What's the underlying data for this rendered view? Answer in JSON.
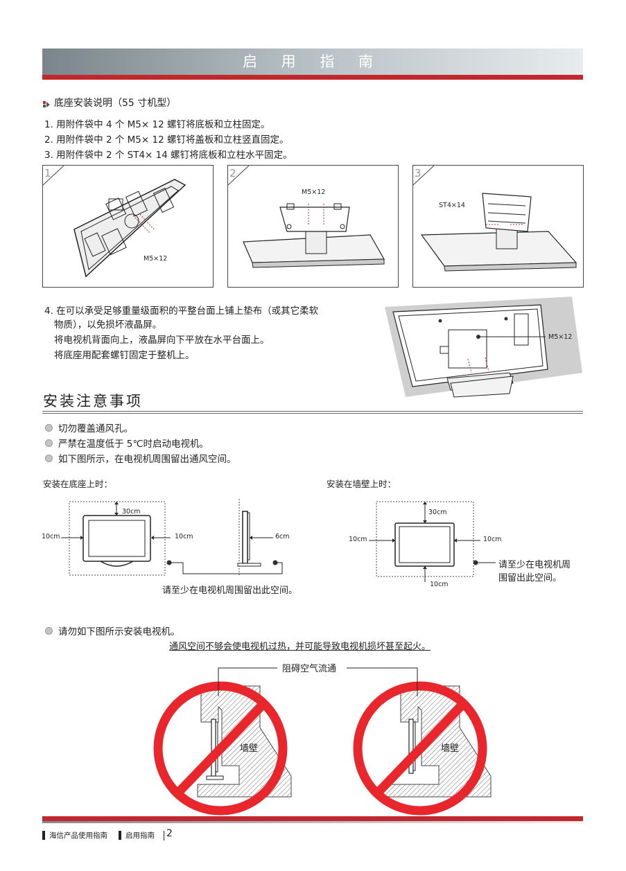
{
  "header": {
    "title": "启 用 指 南"
  },
  "base_install": {
    "title": "底座安装说明（55 寸机型）",
    "steps": [
      "1. 用附件袋中 4 个 M5× 12 螺钉将底板和立柱固定。",
      "2. 用附件袋中 2 个 M5× 12 螺钉将盖板和立柱竖直固定。",
      "3. 用附件袋中 2 个 ST4× 14 螺钉将底板和立柱水平固定。"
    ],
    "panels": [
      {
        "num": "1",
        "label": "M5×12"
      },
      {
        "num": "2",
        "label": "M5×12"
      },
      {
        "num": "3",
        "label": "ST4×14"
      }
    ],
    "step4": [
      "4. 在可以承受足够重量级面积的平整台面上铺上垫布（或其它柔软",
      "物质），以免损坏液晶屏。",
      "将电视机背面向上，液晶屏向下平放在水平台面上。",
      "将底座用配套螺钉固定于整机上。"
    ],
    "step4_label": "M5×12"
  },
  "precautions": {
    "title": "安装注意事项",
    "items": [
      "切勿覆盖通风孔。",
      "严禁在温度低于 5℃时启动电视机。",
      "如下图所示，在电视机周围留出通风空间。"
    ],
    "stand_title": "安装在底座上时：",
    "wall_title": "安装在墙壁上时：",
    "stand": {
      "top": "30cm",
      "left": "10cm",
      "right": "10cm",
      "side": "6cm",
      "note": "请至少在电视机周围留出此空间。"
    },
    "wall": {
      "top": "30cm",
      "left": "10cm",
      "right": "10cm",
      "bottom": "10cm",
      "note_line1": "请至少在电视机周",
      "note_line2": "围留出此空间。"
    },
    "warn_item": "请勿如下图所示安装电视机。",
    "warn_caption": "通风空间不够会使电视机过热，并可能导致电视机损坏甚至起火。",
    "block_label": "阻碍空气流通",
    "wall_label": "墙壁"
  },
  "footer": {
    "brand": "海信产品使用指南",
    "section": "启用指南",
    "page": "2"
  },
  "colors": {
    "accent_red": "#c0282e",
    "header_gray": "#8c979d",
    "prohibit_red": "#e8262b"
  }
}
